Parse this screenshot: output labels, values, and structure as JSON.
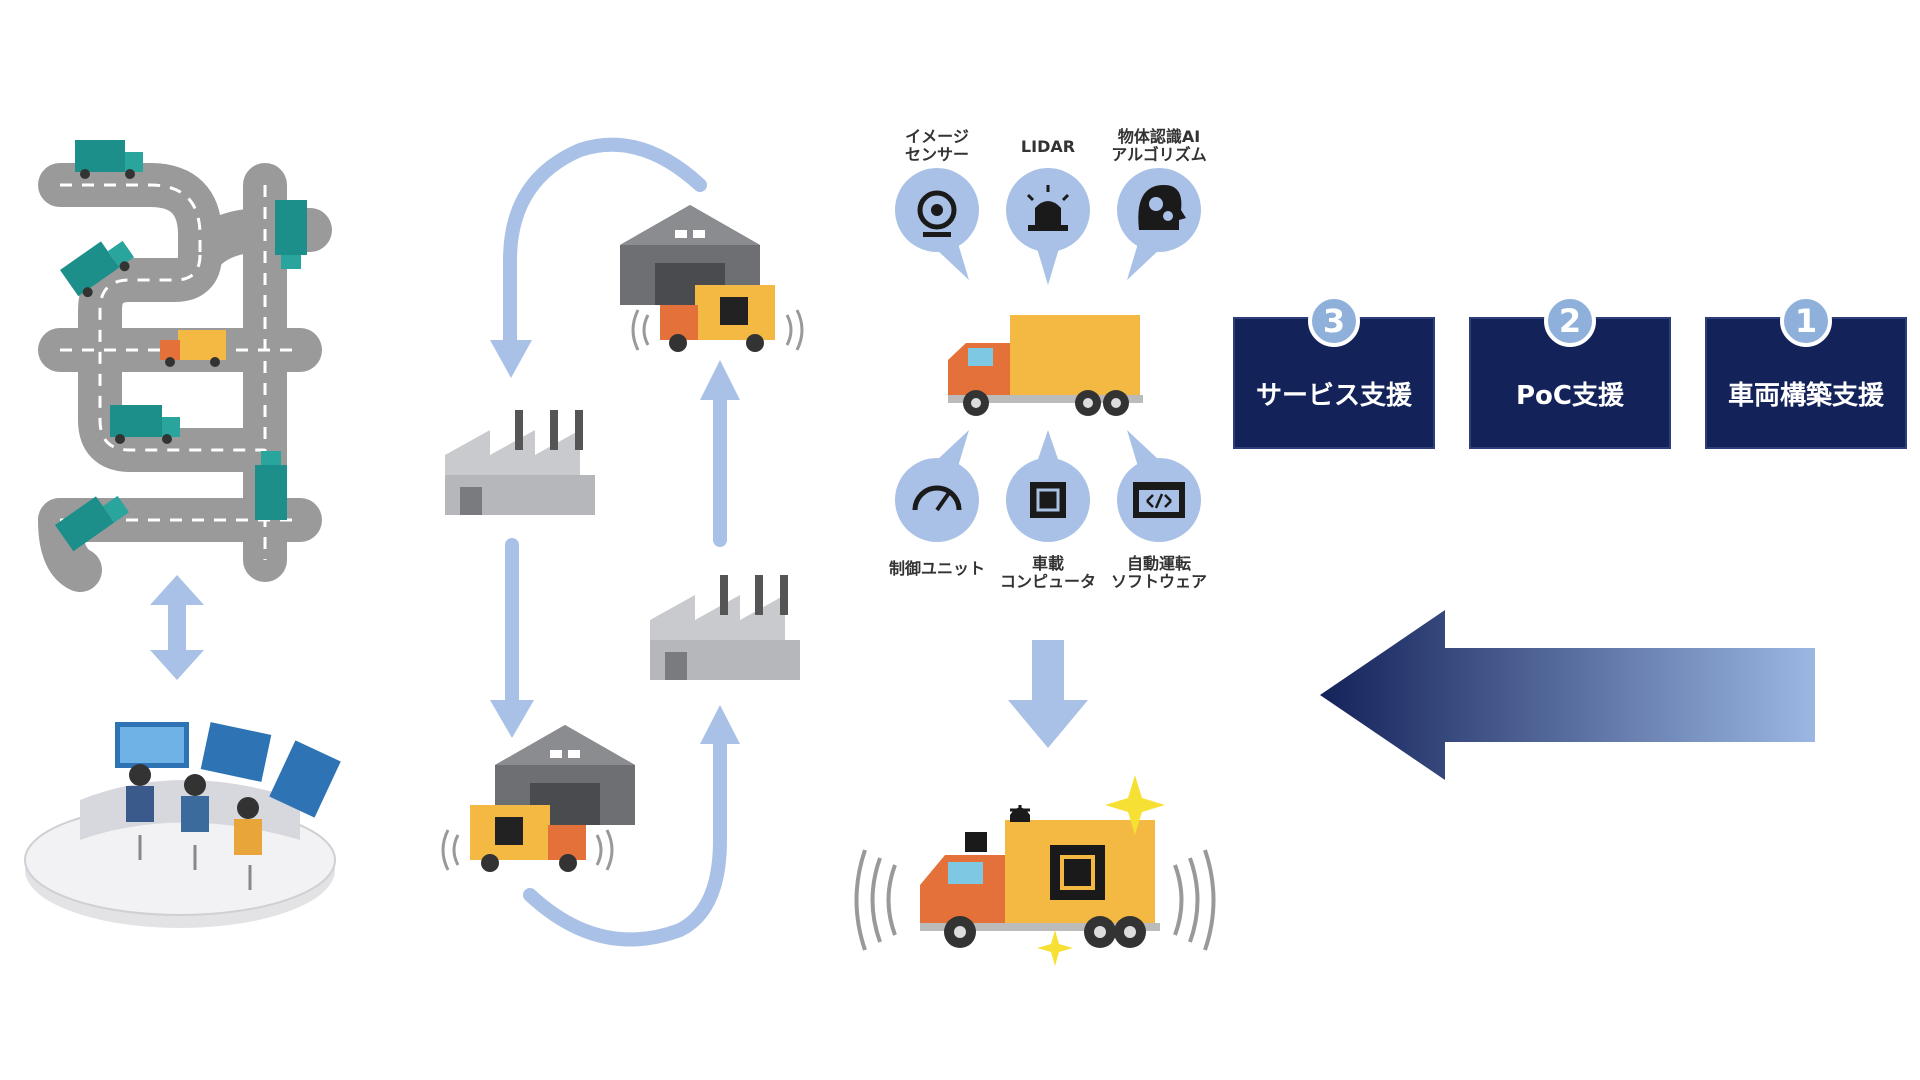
{
  "sensors": {
    "image_sensor": "イメージ\nセンサー",
    "lidar": "LIDAR",
    "ai": "物体認識AI\nアルゴリズム"
  },
  "components": {
    "control_unit": "制御ユニット",
    "vehicle_computer": "車載\nコンピュータ",
    "autonomous_software": "自動運転\nソフトウェア"
  },
  "services": [
    {
      "number": "3",
      "label": "サービス支援"
    },
    {
      "number": "2",
      "label": "PoC支援"
    },
    {
      "number": "1",
      "label": "車両構築支援"
    }
  ],
  "colors": {
    "navy": "#14225a",
    "light_blue": "#8fb0db",
    "arrow_blue": "#a9c1e6",
    "truck_body": "#f4b942",
    "truck_cab": "#e4713a",
    "teal_truck": "#1d8f8a",
    "road": "#9a9a9a"
  }
}
